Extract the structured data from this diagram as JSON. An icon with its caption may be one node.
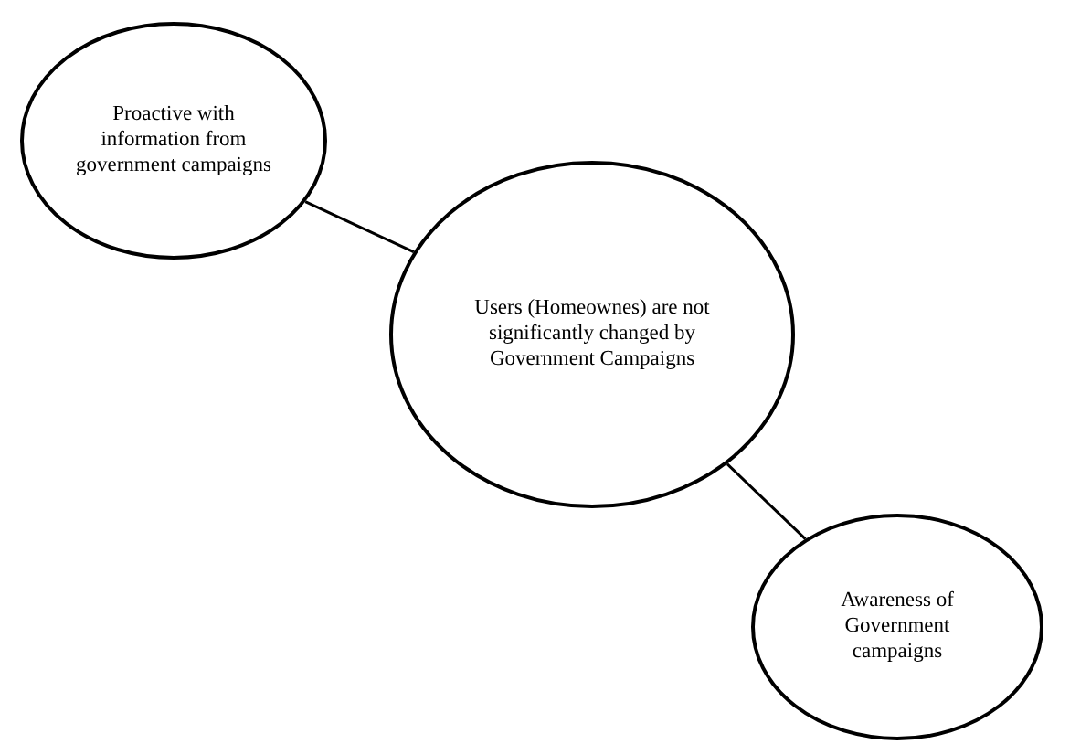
{
  "diagram": {
    "nodes": [
      {
        "text": [
          "Proactive with information from government campaigns"
        ]
      },
      {
        "text": [
          "Users (Homeownes) are not significantly changed by Government Campaigns"
        ]
      },
      {
        "text": [
          "Awareness of Government campaigns"
        ]
      }
    ],
    "edges": [
      {
        "from": 0,
        "to": 1,
        "arrow": "none"
      },
      {
        "from": 1,
        "to": 2,
        "arrow": "none"
      }
    ]
  }
}
